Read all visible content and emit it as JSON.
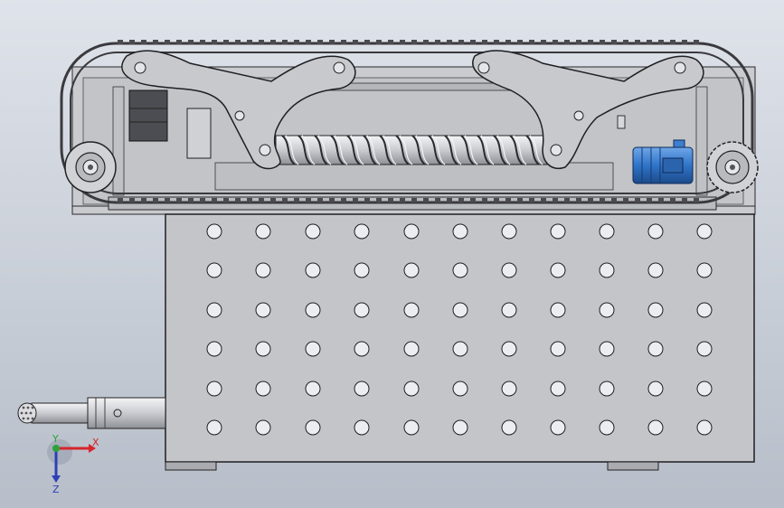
{
  "viewport": {
    "background_top": "#dfe3ea",
    "background_bottom": "#b7bec9"
  },
  "model": {
    "steel_color": "#c4c6ca",
    "steel_dark": "#8e9095",
    "outline_color": "#1f1f22",
    "motor_color": "#2f74c8",
    "hole_fill": "#ecedf0"
  },
  "triad": {
    "x_label": "X",
    "y_label": "Y",
    "z_label": "Z",
    "x_color": "#d6262b",
    "y_color": "#2aa33a",
    "z_color": "#2d3fb8"
  }
}
